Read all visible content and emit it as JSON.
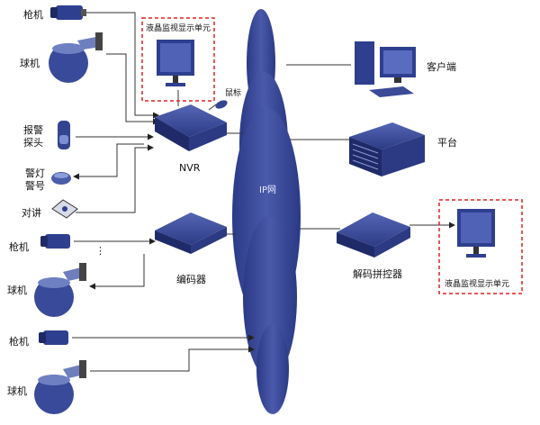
{
  "labels": {
    "gun_camera": "枪机",
    "dome_camera": "球机",
    "alarm_probe_1": "报警",
    "alarm_probe_2": "探头",
    "alarm_light_1": "警灯",
    "alarm_light_2": "警号",
    "intercom": "对讲",
    "lcd_monitor": "液晶监视显示单元",
    "mouse": "鼠标",
    "nvr": "NVR",
    "encoder": "编码器",
    "ip_network": "IP网",
    "client": "客户端",
    "platform": "平台",
    "decoder": "解码拼控器",
    "ellipsis": "⋮"
  },
  "colors": {
    "device_blue": "#2f3f8f",
    "network_blue": "#3d4c9c",
    "line": "#333333",
    "dashed_red": "#e02020"
  }
}
